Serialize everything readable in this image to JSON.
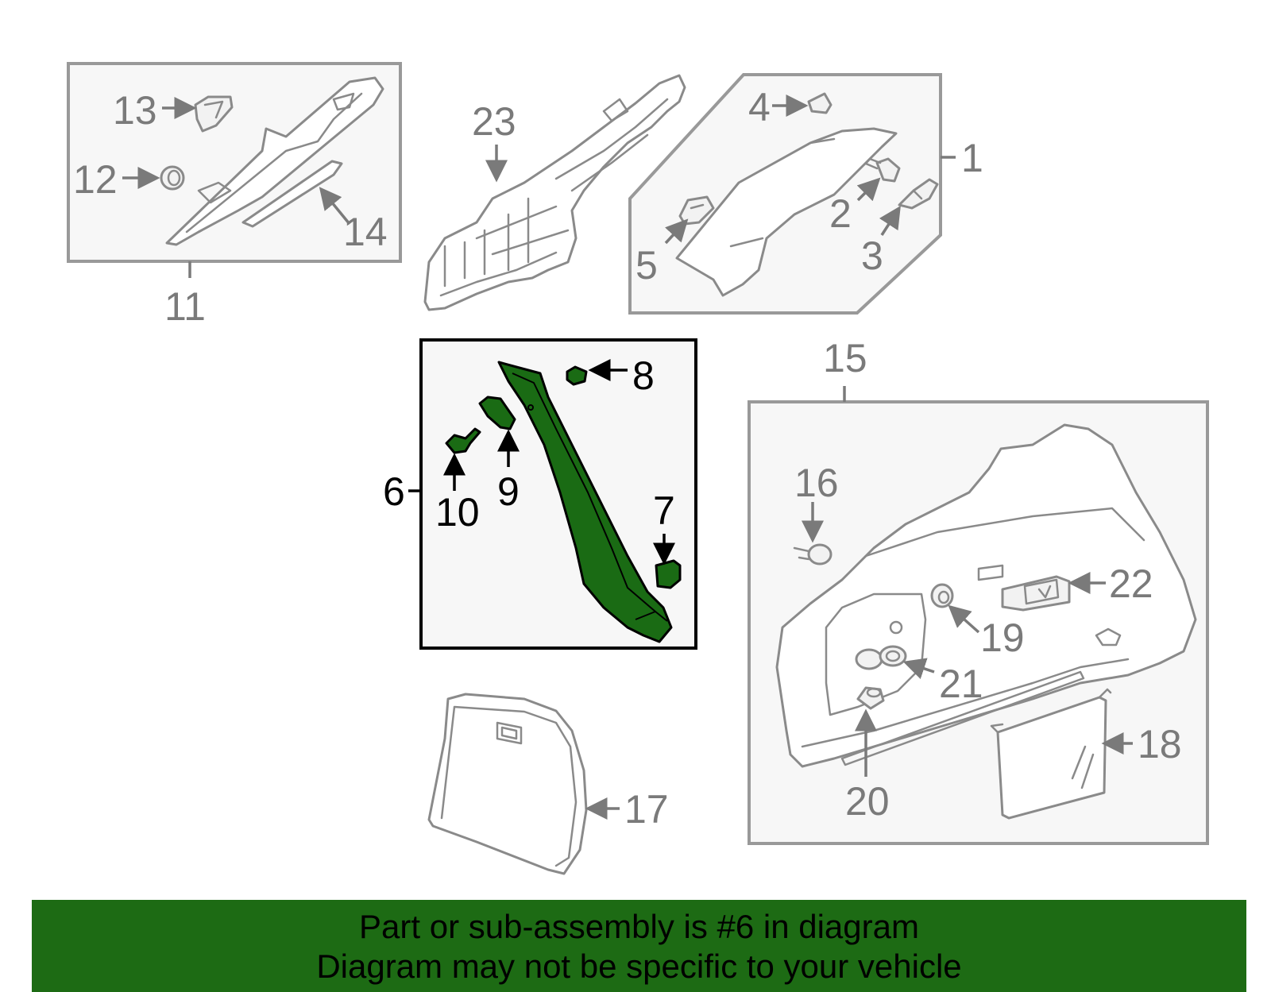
{
  "callouts": {
    "c1": "1",
    "c2": "2",
    "c3": "3",
    "c4": "4",
    "c5": "5",
    "c6": "6",
    "c7": "7",
    "c8": "8",
    "c9": "9",
    "c10": "10",
    "c11": "11",
    "c12": "12",
    "c13": "13",
    "c14": "14",
    "c15": "15",
    "c16": "16",
    "c17": "17",
    "c18": "18",
    "c19": "19",
    "c20": "20",
    "c21": "21",
    "c22": "22",
    "c23": "23"
  },
  "highlight": {
    "part": "6",
    "color": "#1a6b14"
  },
  "footer": {
    "line1": "Part or sub-assembly is #6 in diagram",
    "line2": "Diagram may not be specific to your vehicle",
    "background": "#1d6b14"
  }
}
